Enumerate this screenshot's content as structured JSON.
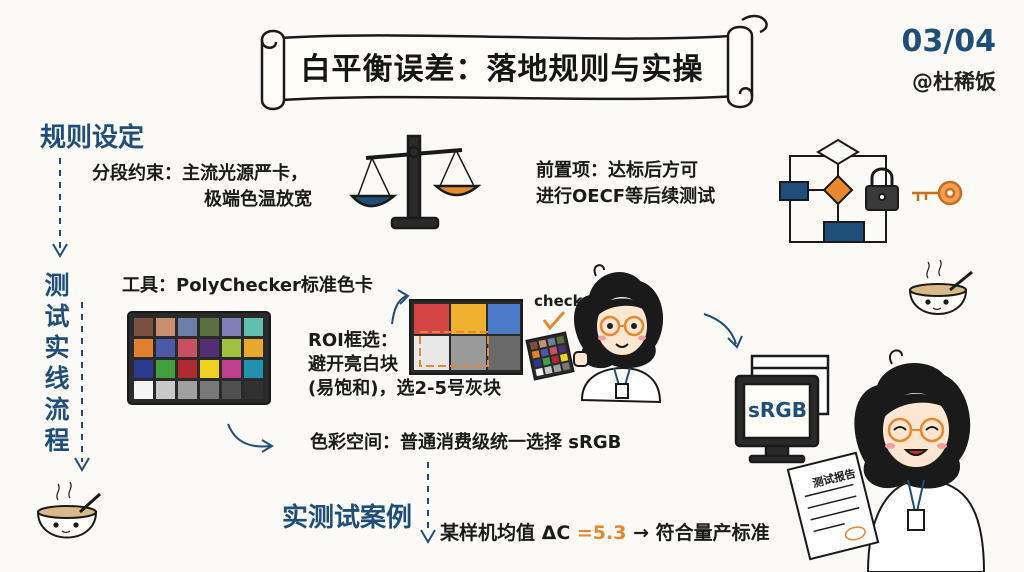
{
  "header": {
    "title": "白平衡误差：落地规则与实操",
    "page_number": "03/04",
    "author": "@杜稀饭"
  },
  "sections": {
    "rules": {
      "title": "规则设定",
      "segment_line1": "分段约束：主流光源严卡，",
      "segment_line2": "极端色温放宽",
      "prerequisite_line1": "前置项：达标后方可",
      "prerequisite_line2": "进行OECF等后续测试"
    },
    "flow": {
      "title": "测试实线流程",
      "tool": "工具：PolyChecker标准色卡",
      "roi_line1": "ROI框选：",
      "roi_line2": "避开亮白块",
      "roi_line3": "(易饱和)，选2-5号灰块",
      "color_space": "色彩空间：普通消费级统一选择 sRGB",
      "check_label": "check",
      "monitor_label": "sRGB"
    },
    "case": {
      "title": "实测试案例",
      "result_prefix": "某样机均值 ΔC ",
      "result_value": "=5.3",
      "result_suffix": " → 符合量产标准",
      "report_label": "测试报告"
    }
  },
  "colors": {
    "accent_blue": "#1f4e79",
    "accent_orange": "#e8882e"
  }
}
